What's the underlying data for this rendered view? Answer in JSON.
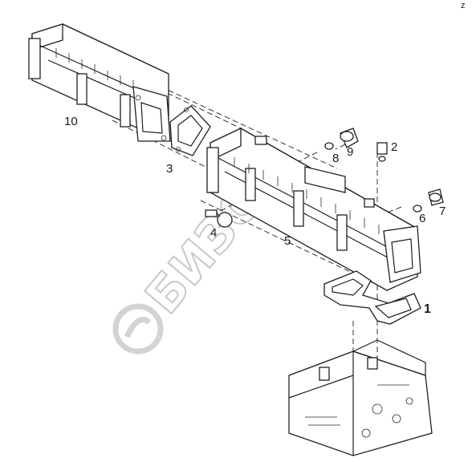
{
  "diagram": {
    "corner_mark": "z",
    "watermark": "БИЗОН",
    "callouts": {
      "p1": "1",
      "p2": "2",
      "p3": "3",
      "p4": "4",
      "p5": "5",
      "p6": "6",
      "p7": "7",
      "p8": "8",
      "p9": "9",
      "p10": "10"
    }
  }
}
